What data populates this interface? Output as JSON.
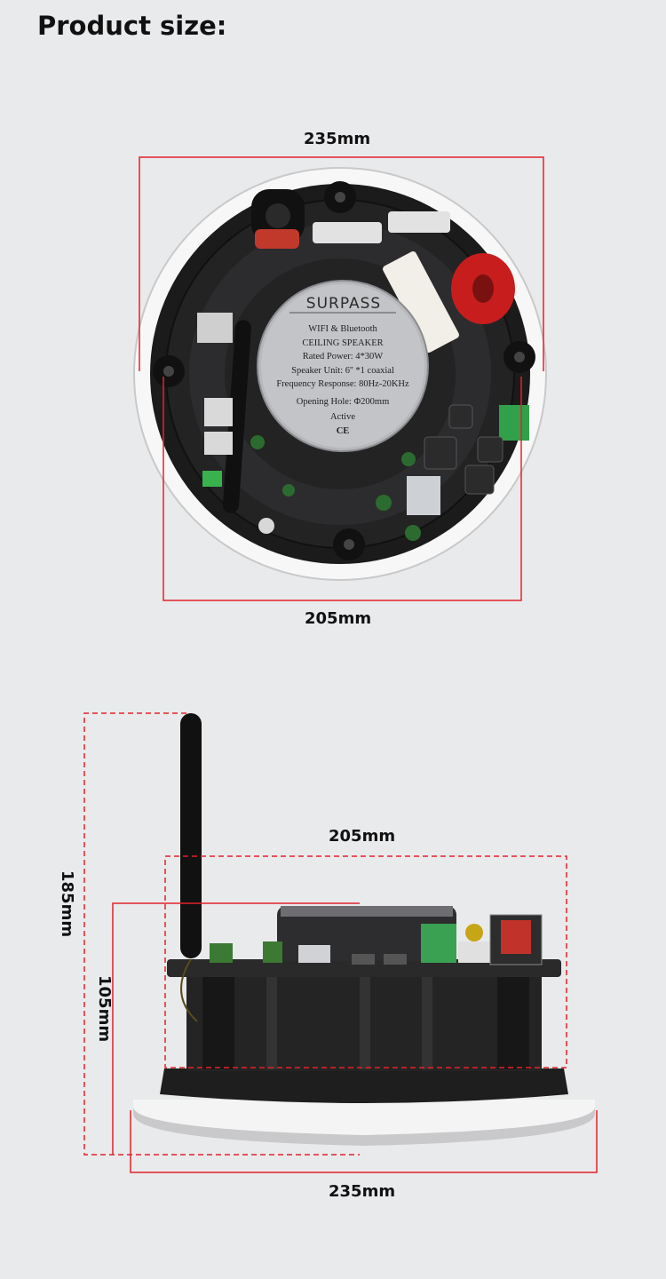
{
  "header": {
    "title": "Product size:"
  },
  "front_view": {
    "width_label": "235mm",
    "inner_width_label": "205mm",
    "label_panel": {
      "brand": "SURPASS",
      "lines": [
        "WIFI & Bluetooth",
        "CEILING SPEAKER",
        "Rated Power: 4*30W",
        "Speaker Unit: 6'' *1 coaxial",
        "Frequency Response: 80Hz-20KHz",
        "Opening Hole: Φ200mm",
        "Active"
      ],
      "marks": "CE"
    }
  },
  "side_view": {
    "top_width_label": "205mm",
    "bottom_width_label": "235mm",
    "total_height_label": "185mm",
    "body_height_label": "105mm"
  },
  "colors": {
    "dimension_line": "#e3222a",
    "background": "#e9eaec"
  }
}
